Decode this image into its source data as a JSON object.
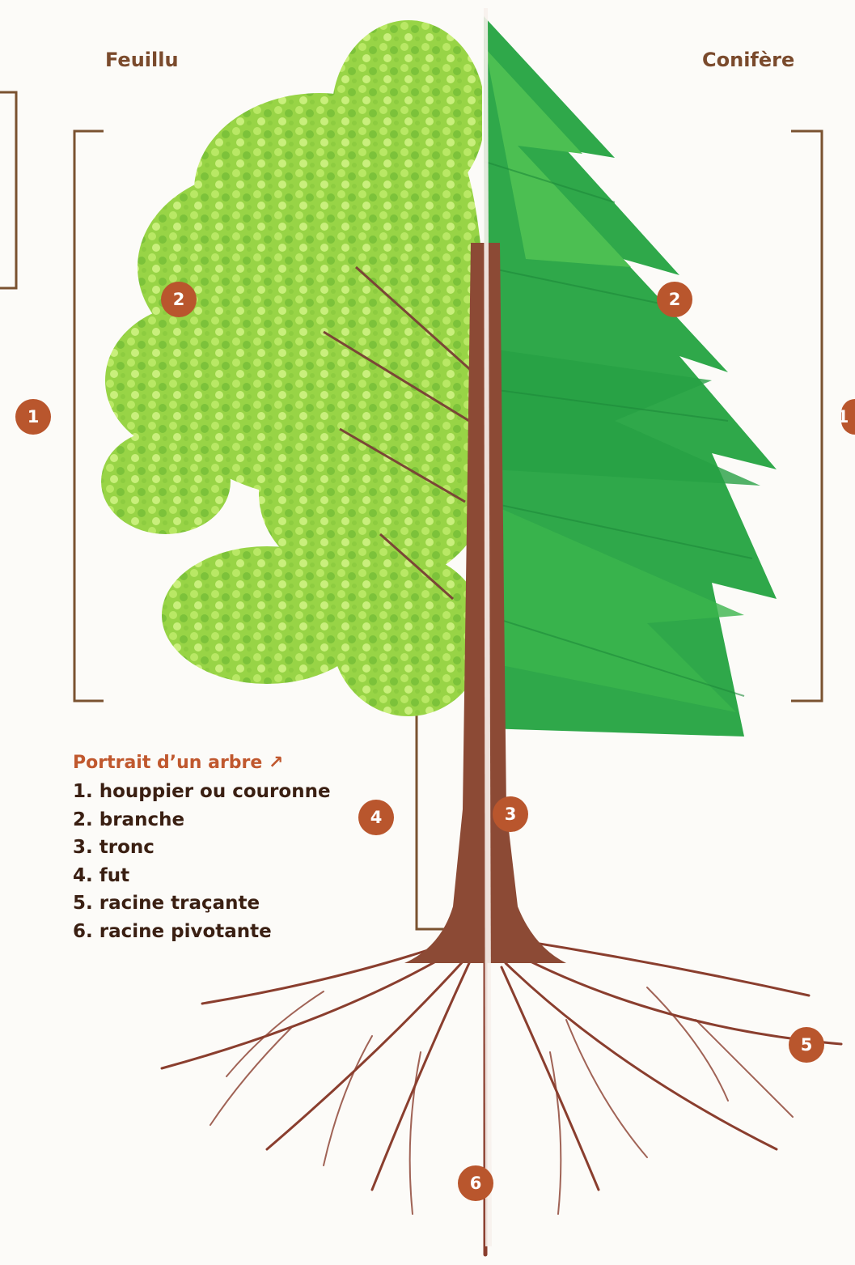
{
  "titles": {
    "left": "Feuillu",
    "right": "Conifère"
  },
  "legend": {
    "title": "Portrait d’un arbre ↗",
    "items": [
      "1. houppier ou couronne",
      "2. branche",
      "3. tronc",
      "4. fut",
      "5. racine traçante",
      "6. racine pivotante"
    ]
  },
  "badges": {
    "crown_left": "1",
    "crown_right": "1",
    "branch_left": "2",
    "branch_right": "2",
    "trunk": "3",
    "bole": "4",
    "lateral_root": "5",
    "tap_root": "6"
  },
  "colors": {
    "badge": "#b9562d",
    "bracket": "#7a5230",
    "deciduous_foliage": "#9ad648",
    "conifer_foliage": "#2fa84a",
    "trunk": "#8c4a35",
    "roots": "#8a3e2e"
  },
  "icons": {
    "legend_arrow": "arrow-up-right-icon"
  }
}
